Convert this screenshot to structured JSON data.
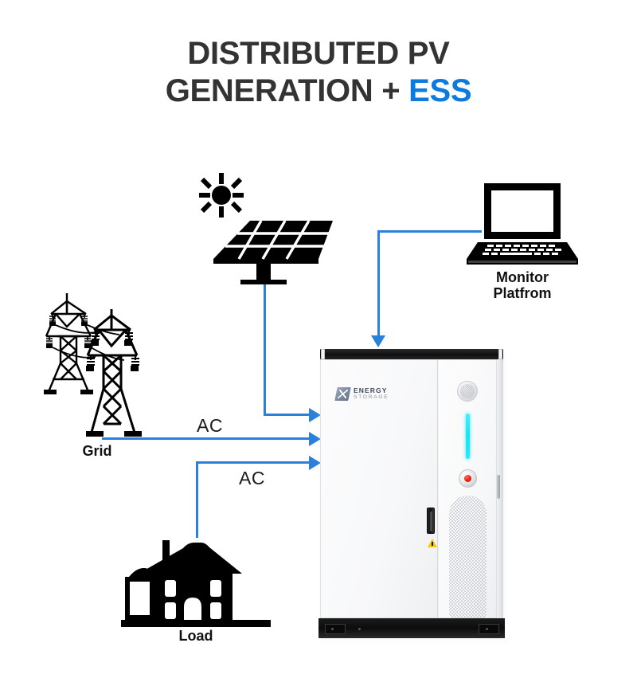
{
  "title": {
    "line1": "DISTRIBUTED PV",
    "line2_main": "GENERATION + ",
    "line2_accent": "ESS"
  },
  "nodes": {
    "solar": {
      "name": "solar-panel",
      "label": ""
    },
    "monitor": {
      "name": "monitor-platform",
      "label": "Monitor\nPlatfrom"
    },
    "grid": {
      "name": "grid-towers",
      "label": "Grid"
    },
    "load": {
      "name": "house-load",
      "label": "Load"
    },
    "ess": {
      "name": "ess-cabinet",
      "logo_primary": "ENERGY",
      "logo_secondary": "STORAGE"
    }
  },
  "connections": {
    "pv_to_ess": {
      "label": ""
    },
    "grid_to_ess": {
      "label": "AC"
    },
    "ess_to_load": {
      "label": "AC"
    },
    "monitor_to_ess": {
      "label": ""
    }
  },
  "colors": {
    "accent_blue": "#2b80da",
    "title_blue": "#0d7ae0",
    "title_dark": "#333333",
    "led_cyan": "#14e4f5",
    "indicator_red": "#e31b0c",
    "warning_yellow": "#f5c518"
  }
}
